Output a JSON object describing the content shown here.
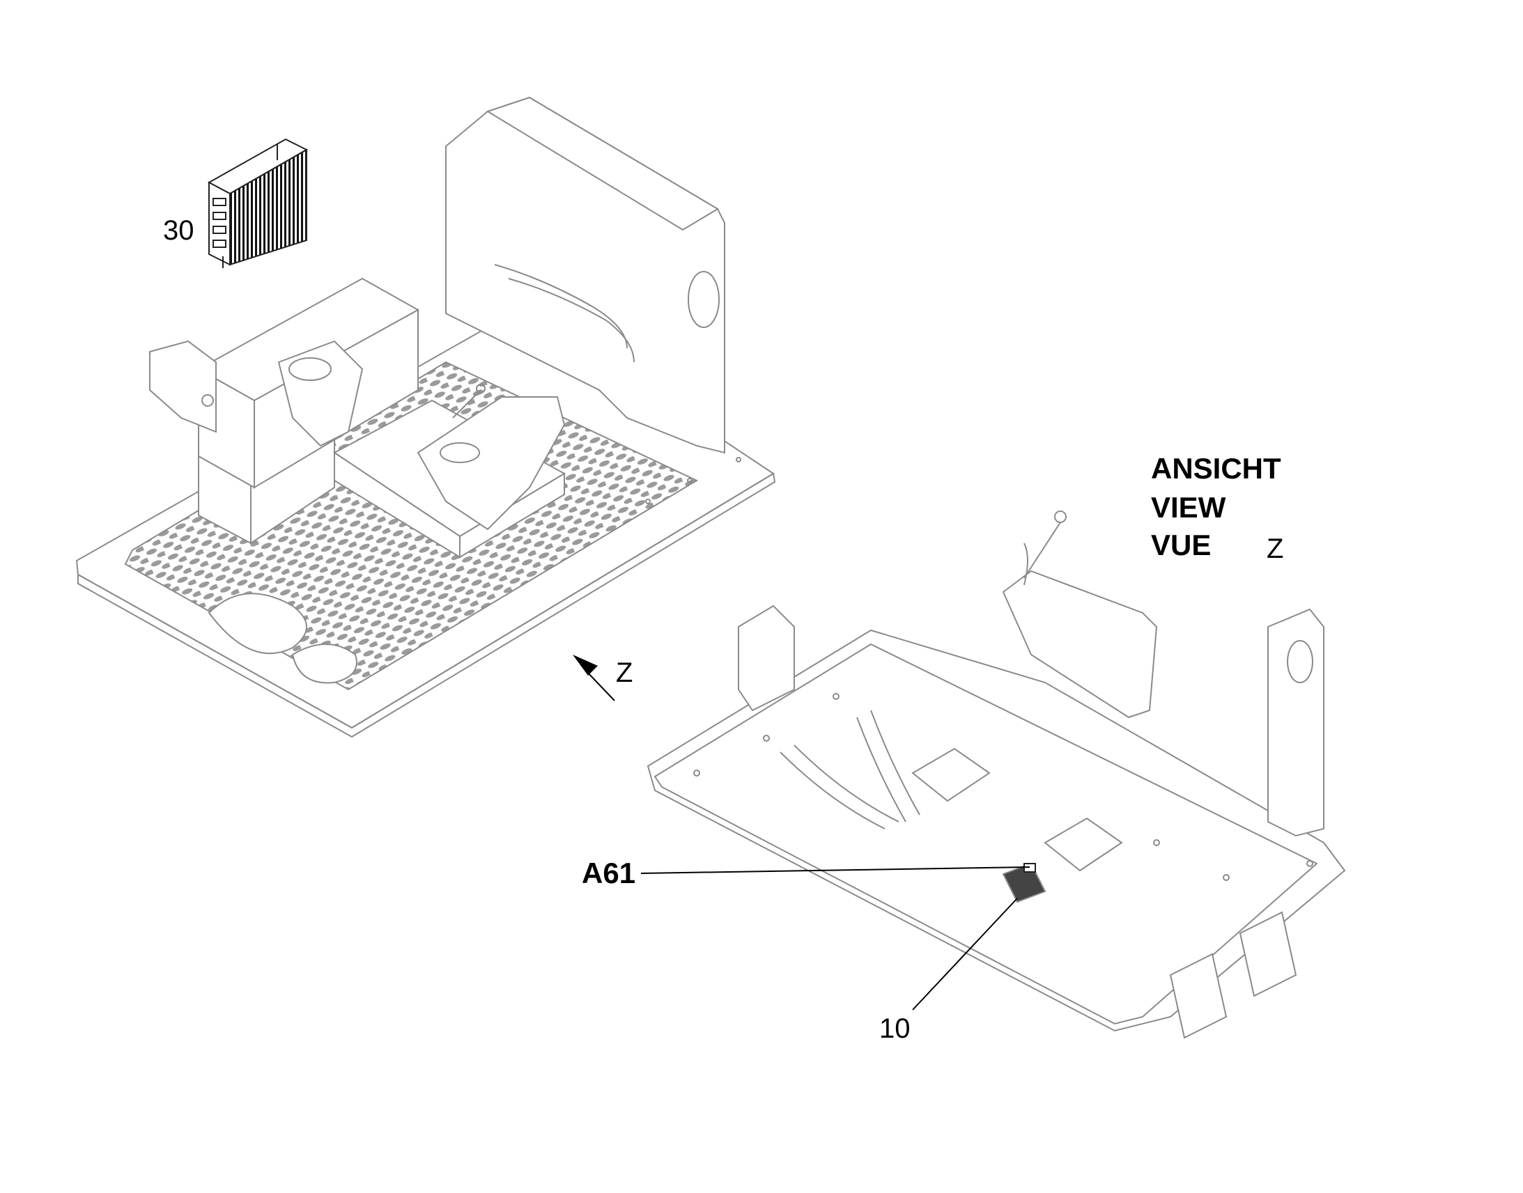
{
  "callouts": {
    "part_30": "30",
    "part_a61": "A61",
    "part_10": "10"
  },
  "view_note": {
    "line_de": "ANSICHT",
    "line_en": "VIEW",
    "line_fr": "VUE",
    "view_letter": "Z"
  },
  "arrow_label": "Z",
  "colors": {
    "line": "#8a8a8a",
    "dark": "#222222",
    "mat": "#9a9a9a"
  }
}
